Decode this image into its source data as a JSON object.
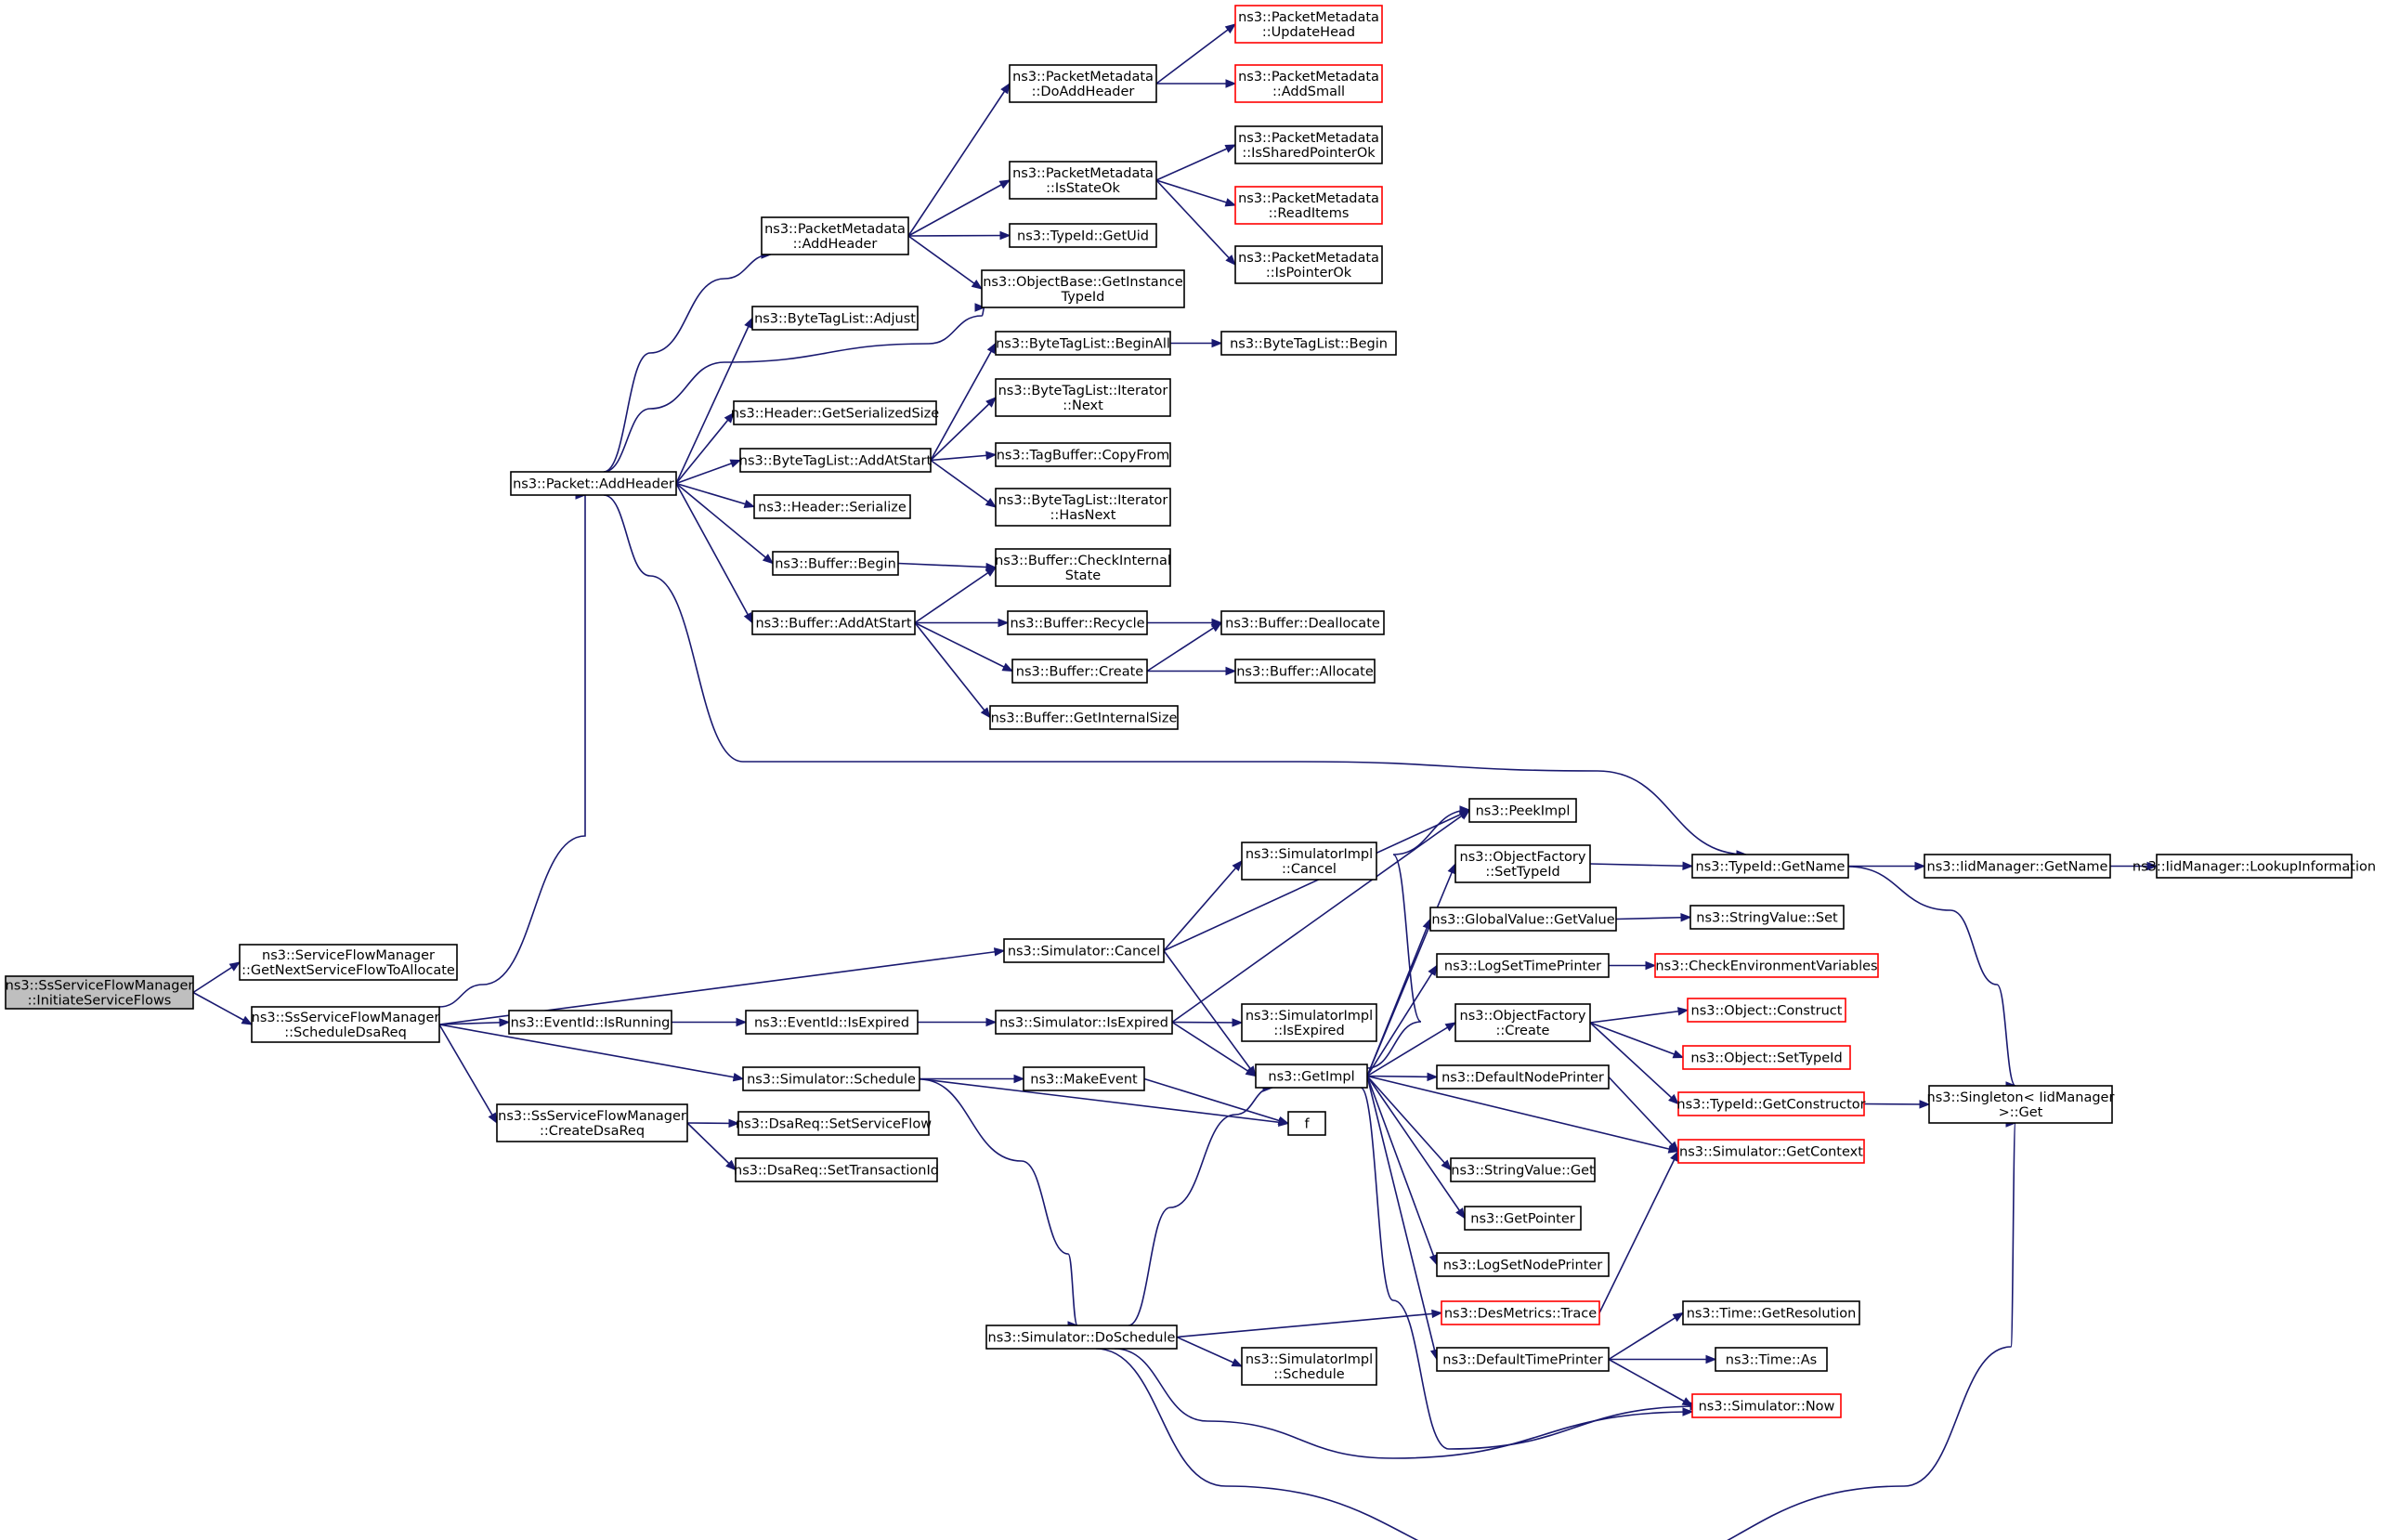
{
  "graph": {
    "title": "",
    "colors": {
      "edge": "#191970",
      "node_border": "#000000",
      "node_border_truncated": "#ff0000",
      "root_fill": "#bfbfbf",
      "node_fill": "#ffffff"
    },
    "nodes": [
      {
        "id": "root",
        "lines": [
          "ns3::SsServiceFlowManager",
          "::InitiateServiceFlows"
        ],
        "style": "root"
      },
      {
        "id": "sfm_next",
        "lines": [
          "ns3::ServiceFlowManager",
          "::GetNextServiceFlowToAllocate"
        ],
        "style": "normal"
      },
      {
        "id": "schedDsa",
        "lines": [
          "ns3::SsServiceFlowManager",
          "::ScheduleDsaReq"
        ],
        "style": "normal"
      },
      {
        "id": "pkt_add",
        "lines": [
          "ns3::Packet::AddHeader"
        ],
        "style": "normal"
      },
      {
        "id": "pm_add",
        "lines": [
          "ns3::PacketMetadata",
          "::AddHeader"
        ],
        "style": "normal"
      },
      {
        "id": "pm_doadd",
        "lines": [
          "ns3::PacketMetadata",
          "::DoAddHeader"
        ],
        "style": "normal"
      },
      {
        "id": "pm_upd",
        "lines": [
          "ns3::PacketMetadata",
          "::UpdateHead"
        ],
        "style": "trunc"
      },
      {
        "id": "pm_small",
        "lines": [
          "ns3::PacketMetadata",
          "::AddSmall"
        ],
        "style": "trunc"
      },
      {
        "id": "pm_isok",
        "lines": [
          "ns3::PacketMetadata",
          "::IsStateOk"
        ],
        "style": "normal"
      },
      {
        "id": "pm_shared",
        "lines": [
          "ns3::PacketMetadata",
          "::IsSharedPointerOk"
        ],
        "style": "normal"
      },
      {
        "id": "pm_read",
        "lines": [
          "ns3::PacketMetadata",
          "::ReadItems"
        ],
        "style": "trunc"
      },
      {
        "id": "pm_ptr",
        "lines": [
          "ns3::PacketMetadata",
          "::IsPointerOk"
        ],
        "style": "normal"
      },
      {
        "id": "tid_uid",
        "lines": [
          "ns3::TypeId::GetUid"
        ],
        "style": "normal"
      },
      {
        "id": "obj_inst",
        "lines": [
          "ns3::ObjectBase::GetInstance",
          "TypeId"
        ],
        "style": "normal"
      },
      {
        "id": "btl_adj",
        "lines": [
          "ns3::ByteTagList::Adjust"
        ],
        "style": "normal"
      },
      {
        "id": "btl_begall",
        "lines": [
          "ns3::ByteTagList::BeginAll"
        ],
        "style": "normal"
      },
      {
        "id": "btl_begin",
        "lines": [
          "ns3::ByteTagList::Begin"
        ],
        "style": "normal"
      },
      {
        "id": "hdr_size",
        "lines": [
          "ns3::Header::GetSerializedSize"
        ],
        "style": "normal"
      },
      {
        "id": "btl_it_next",
        "lines": [
          "ns3::ByteTagList::Iterator",
          "::Next"
        ],
        "style": "normal"
      },
      {
        "id": "btl_addstart",
        "lines": [
          "ns3::ByteTagList::AddAtStart"
        ],
        "style": "normal"
      },
      {
        "id": "tagbuf_copy",
        "lines": [
          "ns3::TagBuffer::CopyFrom"
        ],
        "style": "normal"
      },
      {
        "id": "hdr_ser",
        "lines": [
          "ns3::Header::Serialize"
        ],
        "style": "normal"
      },
      {
        "id": "btl_it_has",
        "lines": [
          "ns3::ByteTagList::Iterator",
          "::HasNext"
        ],
        "style": "normal"
      },
      {
        "id": "buf_begin",
        "lines": [
          "ns3::Buffer::Begin"
        ],
        "style": "normal"
      },
      {
        "id": "buf_check",
        "lines": [
          "ns3::Buffer::CheckInternal",
          "State"
        ],
        "style": "normal"
      },
      {
        "id": "buf_addstart",
        "lines": [
          "ns3::Buffer::AddAtStart"
        ],
        "style": "normal"
      },
      {
        "id": "buf_recycle",
        "lines": [
          "ns3::Buffer::Recycle"
        ],
        "style": "normal"
      },
      {
        "id": "buf_dealloc",
        "lines": [
          "ns3::Buffer::Deallocate"
        ],
        "style": "normal"
      },
      {
        "id": "buf_create",
        "lines": [
          "ns3::Buffer::Create"
        ],
        "style": "normal"
      },
      {
        "id": "buf_alloc",
        "lines": [
          "ns3::Buffer::Allocate"
        ],
        "style": "normal"
      },
      {
        "id": "buf_intsize",
        "lines": [
          "ns3::Buffer::GetInternalSize"
        ],
        "style": "normal"
      },
      {
        "id": "peekimpl",
        "lines": [
          "ns3::PeekImpl"
        ],
        "style": "normal"
      },
      {
        "id": "simimpl_cancel",
        "lines": [
          "ns3::SimulatorImpl",
          "::Cancel"
        ],
        "style": "normal"
      },
      {
        "id": "of_settid",
        "lines": [
          "ns3::ObjectFactory",
          "::SetTypeId"
        ],
        "style": "normal"
      },
      {
        "id": "tid_getname",
        "lines": [
          "ns3::TypeId::GetName"
        ],
        "style": "normal"
      },
      {
        "id": "iid_getname",
        "lines": [
          "ns3::IidManager::GetName"
        ],
        "style": "normal"
      },
      {
        "id": "iid_lookup",
        "lines": [
          "ns3::IidManager::LookupInformation"
        ],
        "style": "normal"
      },
      {
        "id": "sim_cancel",
        "lines": [
          "ns3::Simulator::Cancel"
        ],
        "style": "normal"
      },
      {
        "id": "gv_get",
        "lines": [
          "ns3::GlobalValue::GetValue"
        ],
        "style": "normal"
      },
      {
        "id": "sv_set",
        "lines": [
          "ns3::StringValue::Set"
        ],
        "style": "normal"
      },
      {
        "id": "log_stp",
        "lines": [
          "ns3::LogSetTimePrinter"
        ],
        "style": "normal"
      },
      {
        "id": "check_env",
        "lines": [
          "ns3::CheckEnvironmentVariables"
        ],
        "style": "trunc"
      },
      {
        "id": "of_create",
        "lines": [
          "ns3::ObjectFactory",
          "::Create"
        ],
        "style": "normal"
      },
      {
        "id": "obj_construct",
        "lines": [
          "ns3::Object::Construct"
        ],
        "style": "trunc"
      },
      {
        "id": "evid_running",
        "lines": [
          "ns3::EventId::IsRunning"
        ],
        "style": "normal"
      },
      {
        "id": "evid_expired",
        "lines": [
          "ns3::EventId::IsExpired"
        ],
        "style": "normal"
      },
      {
        "id": "sim_expired",
        "lines": [
          "ns3::Simulator::IsExpired"
        ],
        "style": "normal"
      },
      {
        "id": "simimpl_expired",
        "lines": [
          "ns3::SimulatorImpl",
          "::IsExpired"
        ],
        "style": "normal"
      },
      {
        "id": "obj_settid",
        "lines": [
          "ns3::Object::SetTypeId"
        ],
        "style": "trunc"
      },
      {
        "id": "sim_schedule",
        "lines": [
          "ns3::Simulator::Schedule"
        ],
        "style": "normal"
      },
      {
        "id": "makeevent",
        "lines": [
          "ns3::MakeEvent"
        ],
        "style": "normal"
      },
      {
        "id": "getimpl",
        "lines": [
          "ns3::GetImpl"
        ],
        "style": "normal"
      },
      {
        "id": "def_np",
        "lines": [
          "ns3::DefaultNodePrinter"
        ],
        "style": "normal"
      },
      {
        "id": "tid_getctor",
        "lines": [
          "ns3::TypeId::GetConstructor"
        ],
        "style": "trunc"
      },
      {
        "id": "singleton",
        "lines": [
          "ns3::Singleton< IidManager",
          ">::Get"
        ],
        "style": "normal"
      },
      {
        "id": "createDsa",
        "lines": [
          "ns3::SsServiceFlowManager",
          "::CreateDsaReq"
        ],
        "style": "normal"
      },
      {
        "id": "dsa_setsf",
        "lines": [
          "ns3::DsaReq::SetServiceFlow"
        ],
        "style": "normal"
      },
      {
        "id": "f",
        "lines": [
          "f"
        ],
        "style": "normal"
      },
      {
        "id": "dsa_settid",
        "lines": [
          "ns3::DsaReq::SetTransactionId"
        ],
        "style": "normal"
      },
      {
        "id": "sv_get",
        "lines": [
          "ns3::StringValue::Get"
        ],
        "style": "normal"
      },
      {
        "id": "sim_getctx",
        "lines": [
          "ns3::Simulator::GetContext"
        ],
        "style": "trunc"
      },
      {
        "id": "getpointer",
        "lines": [
          "ns3::GetPointer"
        ],
        "style": "normal"
      },
      {
        "id": "log_snp",
        "lines": [
          "ns3::LogSetNodePrinter"
        ],
        "style": "normal"
      },
      {
        "id": "des_trace",
        "lines": [
          "ns3::DesMetrics::Trace"
        ],
        "style": "trunc"
      },
      {
        "id": "time_res",
        "lines": [
          "ns3::Time::GetResolution"
        ],
        "style": "normal"
      },
      {
        "id": "sim_dosched",
        "lines": [
          "ns3::Simulator::DoSchedule"
        ],
        "style": "normal"
      },
      {
        "id": "simimpl_sched",
        "lines": [
          "ns3::SimulatorImpl",
          "::Schedule"
        ],
        "style": "normal"
      },
      {
        "id": "def_tp",
        "lines": [
          "ns3::DefaultTimePrinter"
        ],
        "style": "normal"
      },
      {
        "id": "time_as",
        "lines": [
          "ns3::Time::As"
        ],
        "style": "normal"
      },
      {
        "id": "sim_now",
        "lines": [
          "ns3::Simulator::Now"
        ],
        "style": "trunc"
      }
    ],
    "edges": [
      [
        "root",
        "sfm_next"
      ],
      [
        "root",
        "schedDsa"
      ],
      [
        "schedDsa",
        "pkt_add"
      ],
      [
        "schedDsa",
        "sim_cancel"
      ],
      [
        "schedDsa",
        "evid_running"
      ],
      [
        "schedDsa",
        "sim_schedule"
      ],
      [
        "schedDsa",
        "createDsa"
      ],
      [
        "pkt_add",
        "pm_add"
      ],
      [
        "pkt_add",
        "btl_adj"
      ],
      [
        "pkt_add",
        "obj_inst"
      ],
      [
        "pkt_add",
        "hdr_size"
      ],
      [
        "pkt_add",
        "btl_addstart"
      ],
      [
        "pkt_add",
        "hdr_ser"
      ],
      [
        "pkt_add",
        "buf_begin"
      ],
      [
        "pkt_add",
        "buf_addstart"
      ],
      [
        "pkt_add",
        "tid_getname"
      ],
      [
        "pm_add",
        "pm_doadd"
      ],
      [
        "pm_add",
        "pm_isok"
      ],
      [
        "pm_add",
        "tid_uid"
      ],
      [
        "pm_add",
        "obj_inst"
      ],
      [
        "pm_doadd",
        "pm_upd"
      ],
      [
        "pm_doadd",
        "pm_small"
      ],
      [
        "pm_isok",
        "pm_shared"
      ],
      [
        "pm_isok",
        "pm_read"
      ],
      [
        "pm_isok",
        "pm_ptr"
      ],
      [
        "btl_addstart",
        "btl_begall"
      ],
      [
        "btl_addstart",
        "btl_it_next"
      ],
      [
        "btl_addstart",
        "tagbuf_copy"
      ],
      [
        "btl_addstart",
        "btl_it_has"
      ],
      [
        "btl_begall",
        "btl_begin"
      ],
      [
        "buf_begin",
        "buf_check"
      ],
      [
        "buf_addstart",
        "buf_check"
      ],
      [
        "buf_addstart",
        "buf_recycle"
      ],
      [
        "buf_addstart",
        "buf_create"
      ],
      [
        "buf_addstart",
        "buf_intsize"
      ],
      [
        "buf_recycle",
        "buf_dealloc"
      ],
      [
        "buf_create",
        "buf_dealloc"
      ],
      [
        "buf_create",
        "buf_alloc"
      ],
      [
        "sim_cancel",
        "simimpl_cancel"
      ],
      [
        "sim_cancel",
        "peekimpl"
      ],
      [
        "sim_cancel",
        "getimpl"
      ],
      [
        "evid_running",
        "evid_expired"
      ],
      [
        "evid_expired",
        "sim_expired"
      ],
      [
        "sim_expired",
        "simimpl_expired"
      ],
      [
        "sim_expired",
        "peekimpl"
      ],
      [
        "sim_expired",
        "getimpl"
      ],
      [
        "sim_schedule",
        "makeevent"
      ],
      [
        "sim_schedule",
        "f"
      ],
      [
        "sim_schedule",
        "sim_dosched"
      ],
      [
        "makeevent",
        "f"
      ],
      [
        "createDsa",
        "dsa_setsf"
      ],
      [
        "createDsa",
        "dsa_settid"
      ],
      [
        "getimpl",
        "peekimpl"
      ],
      [
        "getimpl",
        "of_settid"
      ],
      [
        "getimpl",
        "gv_get"
      ],
      [
        "getimpl",
        "log_stp"
      ],
      [
        "getimpl",
        "of_create"
      ],
      [
        "getimpl",
        "def_np"
      ],
      [
        "getimpl",
        "sim_getctx"
      ],
      [
        "getimpl",
        "sv_get"
      ],
      [
        "getimpl",
        "getpointer"
      ],
      [
        "getimpl",
        "log_snp"
      ],
      [
        "getimpl",
        "def_tp"
      ],
      [
        "getimpl",
        "sim_now"
      ],
      [
        "of_settid",
        "tid_getname"
      ],
      [
        "tid_getname",
        "iid_getname"
      ],
      [
        "tid_getname",
        "singleton"
      ],
      [
        "iid_getname",
        "iid_lookup"
      ],
      [
        "gv_get",
        "sv_set"
      ],
      [
        "log_stp",
        "check_env"
      ],
      [
        "of_create",
        "obj_construct"
      ],
      [
        "of_create",
        "obj_settid"
      ],
      [
        "of_create",
        "tid_getctor"
      ],
      [
        "tid_getctor",
        "singleton"
      ],
      [
        "def_np",
        "sim_getctx"
      ],
      [
        "sim_dosched",
        "getimpl"
      ],
      [
        "sim_dosched",
        "des_trace"
      ],
      [
        "sim_dosched",
        "simimpl_sched"
      ],
      [
        "sim_dosched",
        "sim_now"
      ],
      [
        "sim_dosched",
        "singleton"
      ],
      [
        "des_trace",
        "sim_getctx"
      ],
      [
        "def_tp",
        "time_res"
      ],
      [
        "def_tp",
        "time_as"
      ],
      [
        "def_tp",
        "sim_now"
      ]
    ]
  }
}
